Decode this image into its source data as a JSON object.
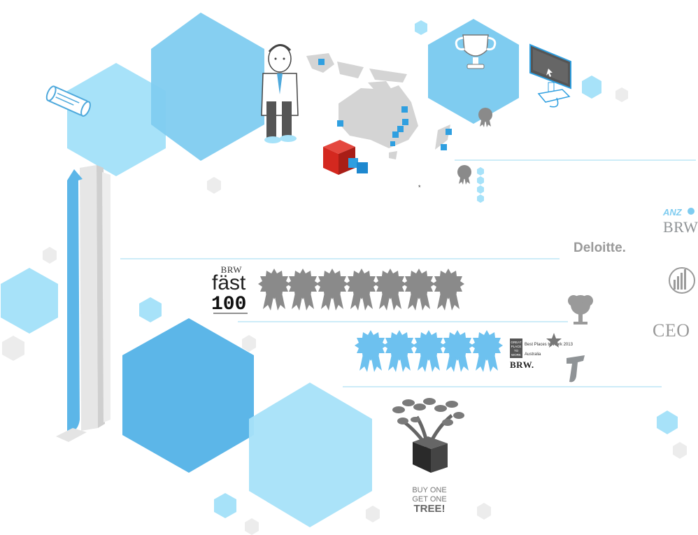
{
  "logos": {
    "fast100": {
      "brw": "BRW",
      "line1": "fäst",
      "line2": "100"
    },
    "gptw": {
      "line_a": "GREAT",
      "line_b": "PLACE",
      "line_c": "TO",
      "line_d": "WORK",
      "title": "Best Places to Work 2013",
      "sub": "Australia",
      "brw": "BRW."
    },
    "anz": {
      "top": "ANZ",
      "bottom": "BRW"
    },
    "deloitte": "Deloitte.",
    "ceo": "CEO"
  },
  "tree_caption": {
    "line1": "BUY ONE",
    "line2": "GET ONE",
    "line3": "TREE!"
  },
  "footnote": "*",
  "colors": {
    "hex_dark": "#5cb6e8",
    "hex_mid": "#7fccf0",
    "hex_light": "#a7e2f9",
    "hex_gray": "#ececec",
    "rosette_gray": "#8a8a8a",
    "rosette_blue": "#6dc1ef",
    "rule": "#9bd8f2",
    "cube_red": "#d4281f",
    "map_gray": "#d4d4d4"
  },
  "icons": [
    "certificate-scroll-icon",
    "businessman-icon",
    "trophy-icon",
    "computer-monitor-icon",
    "tree-in-box-icon",
    "ascending-arrow-icon",
    "stacked-paper-icon",
    "bar-chart-logo-icon",
    "tree-logo-icon",
    "telstra-logo-icon"
  ]
}
